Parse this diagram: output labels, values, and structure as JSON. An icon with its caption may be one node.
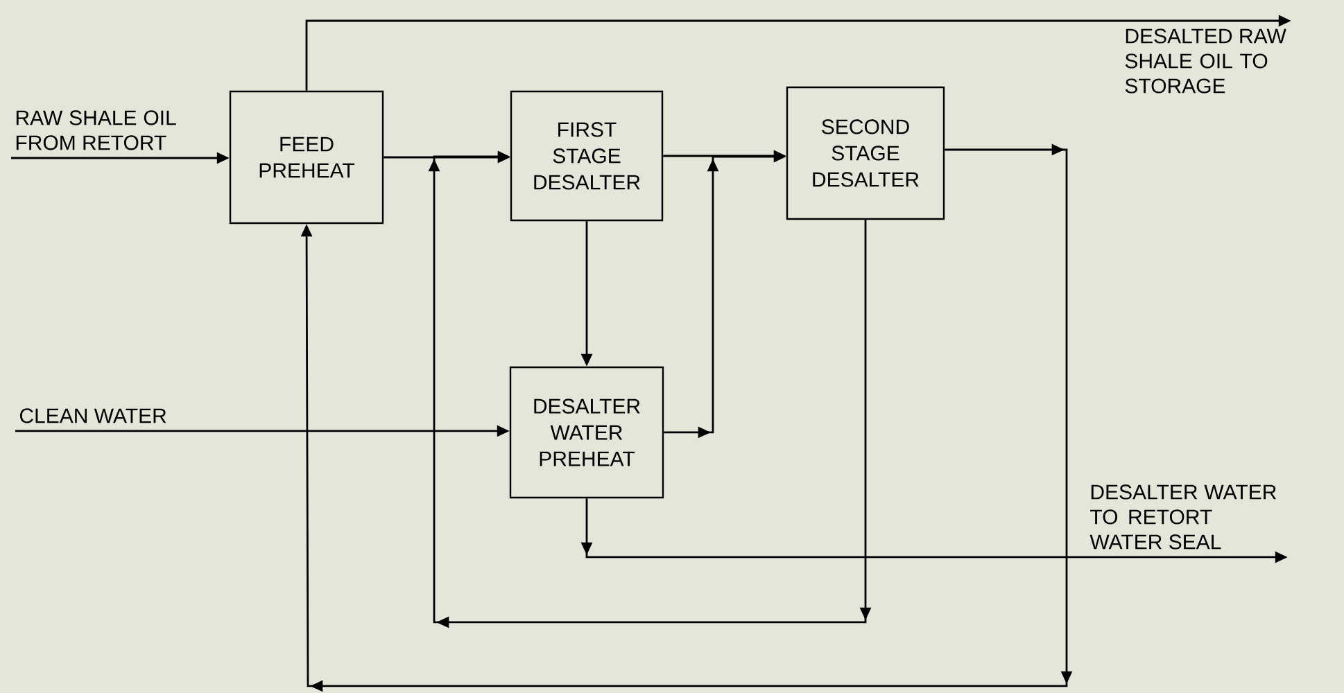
{
  "diagram": {
    "nodes": [
      {
        "text": [
          "FEED PREHEAT"
        ]
      },
      {
        "text": [
          "FIRST STAGE DESALTER"
        ]
      },
      {
        "text": [
          "SECOND STAGE DESALTER"
        ]
      },
      {
        "text": [
          "DESALTER WATER PREHEAT"
        ]
      },
      {
        "text": [
          "RAW SHALE OIL FROM RETORT"
        ]
      },
      {
        "text": [
          "DESALTED RAW SHALE OIL TO STORAGE"
        ]
      },
      {
        "text": [
          "CLEAN WATER"
        ]
      },
      {
        "text": [
          "DESALTER WATER TO RETORT WATER SEAL"
        ]
      }
    ],
    "edges": [
      {
        "from": 4,
        "to": 0,
        "arrow": "to"
      },
      {
        "from": 0,
        "to": 5,
        "arrow": "to"
      },
      {
        "from": 0,
        "to": 1,
        "arrow": "to"
      },
      {
        "from": 1,
        "to": 2,
        "arrow": "to"
      },
      {
        "from": 1,
        "to": 3,
        "arrow": "to"
      },
      {
        "from": 6,
        "to": 3,
        "arrow": "to"
      },
      {
        "from": 3,
        "to": 2,
        "arrow": "to"
      },
      {
        "from": 2,
        "to": 1,
        "arrow": "to"
      },
      {
        "from": 2,
        "to": 0,
        "arrow": "to"
      },
      {
        "from": 3,
        "to": 7,
        "arrow": "to"
      }
    ]
  }
}
